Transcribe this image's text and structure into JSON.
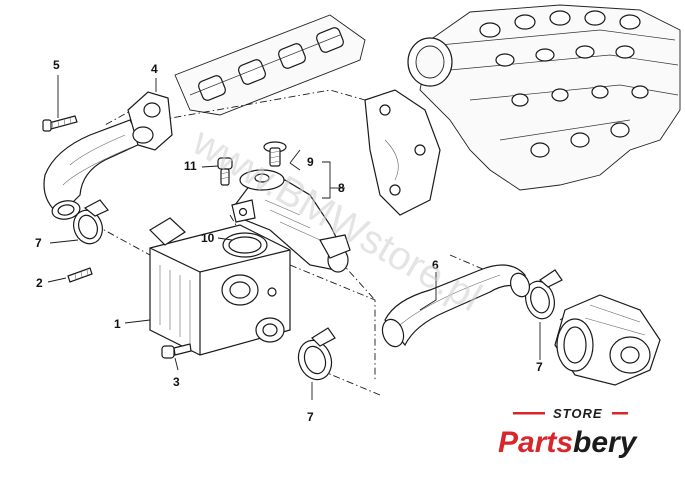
{
  "diagram": {
    "callouts": {
      "c1": "1",
      "c2": "2",
      "c3": "3",
      "c4": "4",
      "c5": "5",
      "c6": "6",
      "c7a": "7",
      "c7b": "7",
      "c7c": "7",
      "c8": "8",
      "c9": "9",
      "c10": "10",
      "c11": "11"
    },
    "watermark": "www.BMWstore.pl"
  },
  "logo": {
    "small": "STORE",
    "part1": "Parts",
    "part2": "bery",
    "color_accent": "#d8262a",
    "color_dark": "#1c1c1c"
  }
}
